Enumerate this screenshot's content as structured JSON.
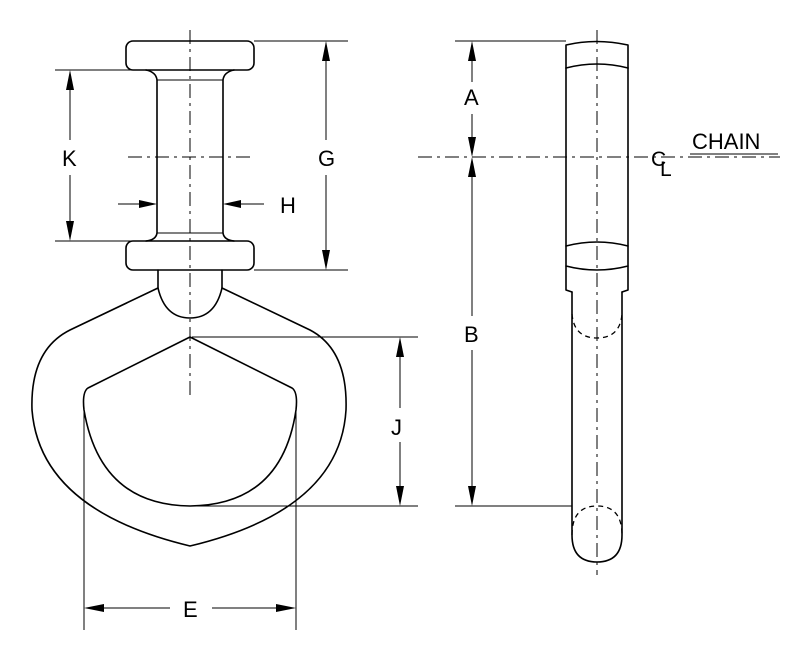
{
  "labels": {
    "A": "A",
    "B": "B",
    "E": "E",
    "G": "G",
    "H": "H",
    "J": "J",
    "K": "K",
    "chain": "CHAIN",
    "centerline_c": "C",
    "centerline_l": "L"
  }
}
